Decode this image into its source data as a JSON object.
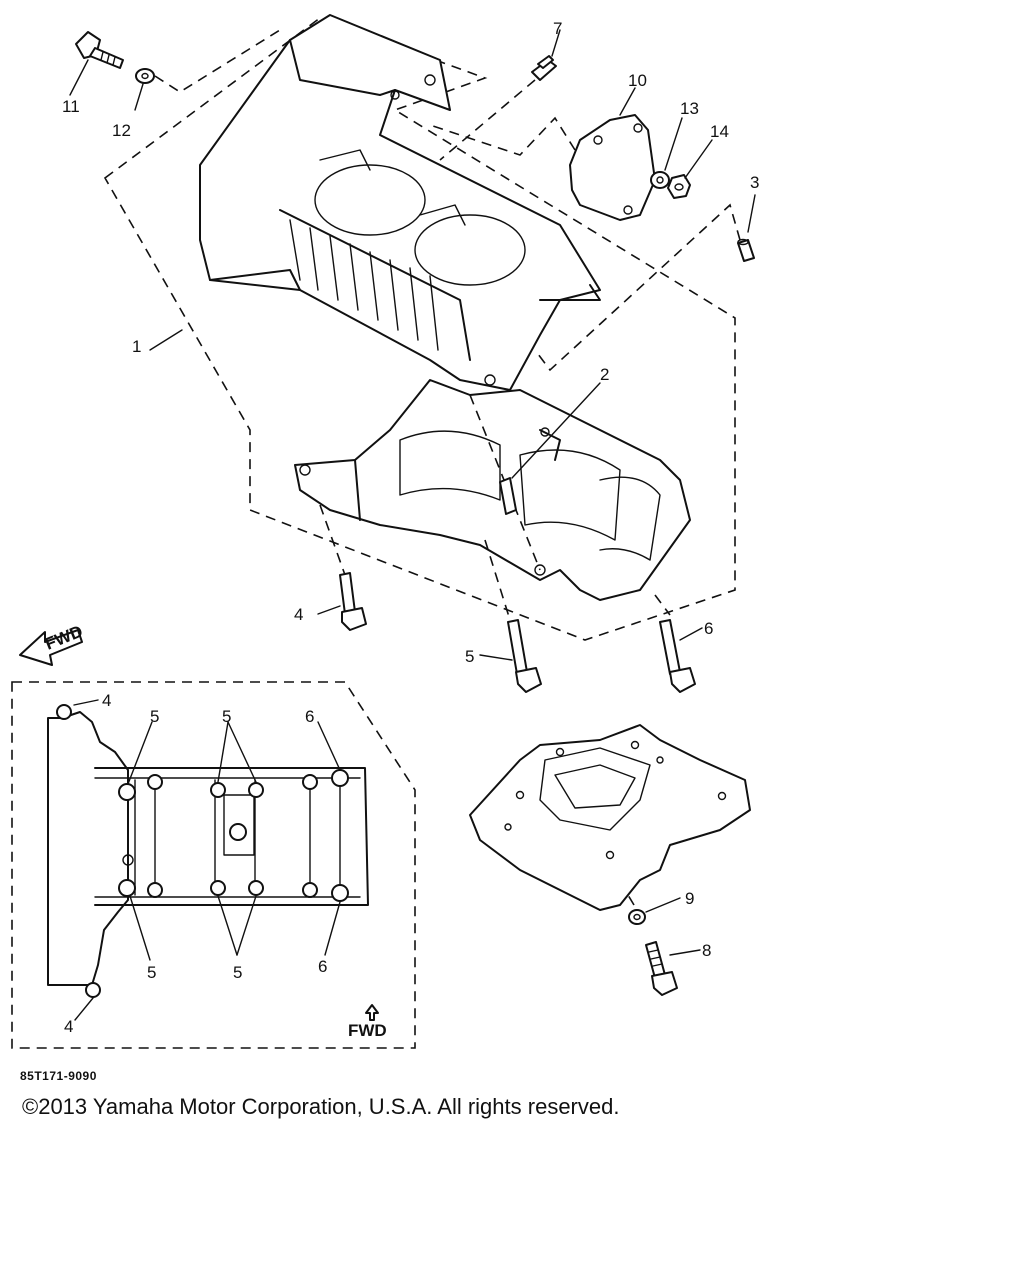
{
  "diagram": {
    "callouts": {
      "c1": "1",
      "c2": "2",
      "c3": "3",
      "c4": "4",
      "c5": "5",
      "c6": "6",
      "c7": "7",
      "c8": "8",
      "c9": "9",
      "c10": "10",
      "c11": "11",
      "c12": "12",
      "c13": "13",
      "c14": "14"
    },
    "inset": {
      "c4_top": "4",
      "c4_bottom": "4",
      "c5_top_left": "5",
      "c5_top_mid": "5",
      "c5_bottom_left": "5",
      "c5_bottom_mid": "5",
      "c6_top": "6",
      "c6_bottom": "6"
    },
    "fwd_badge": "FWD",
    "fwd_label": "FWD"
  },
  "footer": {
    "part_code": "85T171-9090",
    "copyright": "©2013 Yamaha Motor Corporation, U.S.A. All rights reserved."
  }
}
